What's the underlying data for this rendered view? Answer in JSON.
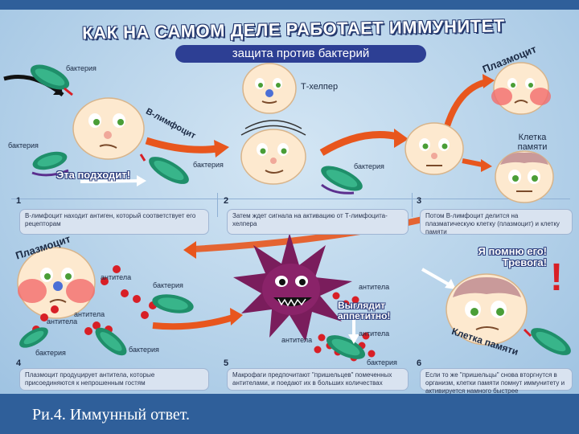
{
  "diagram": {
    "title": "КАК НА САМОМ ДЕЛЕ РАБОТАЕТ ИММУНИТЕТ",
    "subtitle": "защита против бактерий",
    "labels": {
      "bacterium": "бактерия",
      "b_lymphocyte": "В-лимфоцит",
      "t_helper": "Т-хелпер",
      "plasmocyte": "Плазмоцит",
      "memory_cell": "Клетка памяти",
      "antibody": "антитела",
      "memory_cell_bottom": "Клетка памяти"
    },
    "shouts": {
      "here_it_comes": "Эта подходит!",
      "looks_tasty": "Выглядит аппетитно!",
      "i_remember": "Я помню его! Тревога!",
      "exclamation": "!"
    },
    "steps": [
      {
        "number": "1",
        "text": "В-лимфоцит находит антиген, который соответствует его рецепторам"
      },
      {
        "number": "2",
        "text": "Затем ждет сигнала на активацию от Т-лимфоцита-хелпера"
      },
      {
        "number": "3",
        "text": "Потом В-лимфоцит делится на плазматическую клетку (плазмоцит) и клетку памяти"
      },
      {
        "number": "4",
        "text": "Плазмоцит продуцирует антитела, которые присоединяются к непрошенным гостям"
      },
      {
        "number": "5",
        "text": "Макрофаги предпочитают \"пришельцев\" помеченных антителами, и поедают их в больших количествах"
      },
      {
        "number": "6",
        "text": "Если то же \"пришельцы\" снова вторгнутся в организм, клетки памяти помнут иммунитету и активируется намного быстрее"
      }
    ],
    "colors": {
      "banner": "#2d3f94",
      "panel": "#d9e3f0",
      "arrow": "#e8561d",
      "bacterium": "#1f8f6a",
      "antibody": "#d81f26",
      "macrophage": "#7a1d5c"
    }
  },
  "caption": "Ри.4.  Иммунный ответ."
}
